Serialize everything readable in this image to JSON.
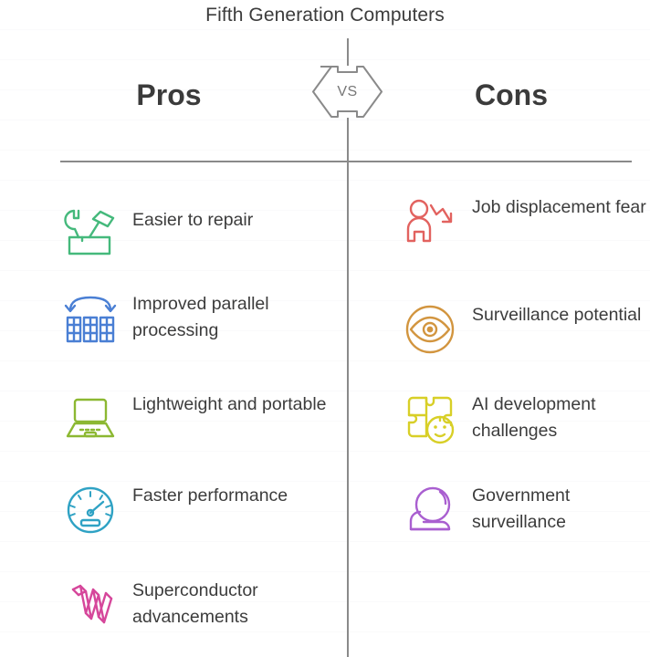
{
  "title": "Fifth Generation Computers",
  "center_badge": {
    "label": "VS",
    "icon": "vs-hexagon-icon"
  },
  "columns": {
    "pros": {
      "heading": "Pros",
      "items": [
        {
          "label": "Easier to repair",
          "icon": "wrench-hammer-repair-icon",
          "color": "#45b97c"
        },
        {
          "label": "Improved parallel processing",
          "icon": "parallel-servers-icon",
          "color": "#4a7fd4"
        },
        {
          "label": "Lightweight and portable",
          "icon": "laptop-icon",
          "color": "#8cb832"
        },
        {
          "label": "Faster performance",
          "icon": "speedometer-icon",
          "color": "#2fa2c4"
        },
        {
          "label": "Superconductor advancements",
          "icon": "superconductor-coil-icon",
          "color": "#d6479b"
        }
      ]
    },
    "cons": {
      "heading": "Cons",
      "items": [
        {
          "label": "Job displacement fear",
          "icon": "person-down-arrow-icon",
          "color": "#e2625f"
        },
        {
          "label": "Surveillance potential",
          "icon": "eye-in-circle-icon",
          "color": "#d2953f"
        },
        {
          "label": "AI development challenges",
          "icon": "puzzle-face-icon",
          "color": "#d8cf27"
        },
        {
          "label": "Government surveillance",
          "icon": "crystal-ball-icon",
          "color": "#a95fd0"
        }
      ]
    }
  },
  "colors": {
    "text": "#3c3c3c",
    "rule": "#8a8a8a",
    "gridline": "#fafafb"
  }
}
